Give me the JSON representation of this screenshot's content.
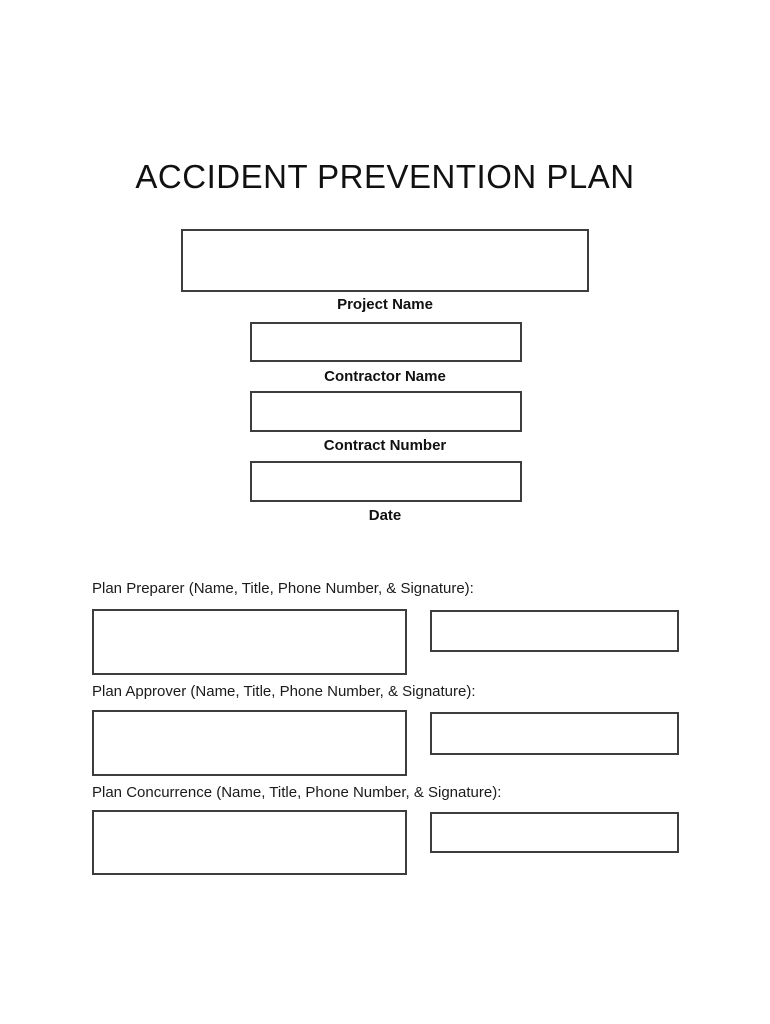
{
  "document": {
    "title": "ACCIDENT PREVENTION PLAN"
  },
  "header_fields": [
    {
      "label": "Project Name",
      "value": ""
    },
    {
      "label": "Contractor Name",
      "value": ""
    },
    {
      "label": "Contract Number",
      "value": ""
    },
    {
      "label": "Date",
      "value": ""
    }
  ],
  "signature_sections": [
    {
      "label": "Plan Preparer (Name, Title, Phone Number, & Signature):",
      "info_value": "",
      "signature_value": ""
    },
    {
      "label": "Plan Approver (Name, Title, Phone Number, & Signature):",
      "info_value": "",
      "signature_value": ""
    },
    {
      "label": "Plan Concurrence (Name, Title, Phone Number, & Signature):",
      "info_value": "",
      "signature_value": ""
    }
  ],
  "colors": {
    "page_background": "#ffffff",
    "box_border": "#3d3d3d",
    "text": "#111111"
  }
}
